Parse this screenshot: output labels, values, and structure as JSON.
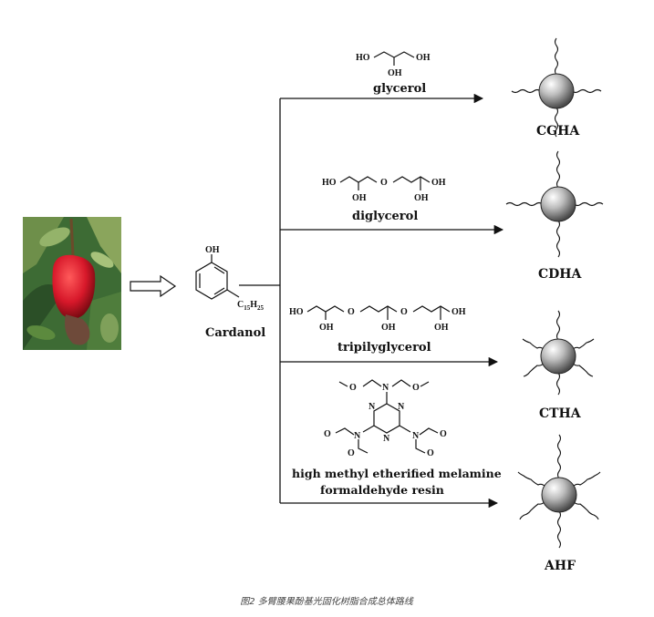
{
  "start": {
    "name": "Cardanol",
    "oh": "OH",
    "chain": "C",
    "chain_sub": "15",
    "chain_h": "H",
    "chain_sub2": "25"
  },
  "routes": [
    {
      "reagent": "glycerol",
      "product": "CGHA",
      "arms": 4
    },
    {
      "reagent": "diglycerol",
      "product": "CDHA",
      "arms": 4
    },
    {
      "reagent": "tripilyglycerol",
      "product": "CTHA",
      "arms": 6
    },
    {
      "reagent_line1": "high methyl etherified melamine",
      "reagent_line2": "formaldehyde resin",
      "product": "AHF",
      "arms": 6
    }
  ],
  "atoms": {
    "ho": "HO",
    "oh": "OH",
    "o": "O",
    "n": "N"
  },
  "caption": "图2 多臂腰果酚基光固化树脂合成总体路线",
  "colors": {
    "line": "#111111",
    "fruit": "#d7182a",
    "leaf": "#2f6b2a",
    "sphere": "#9a9a9a"
  }
}
